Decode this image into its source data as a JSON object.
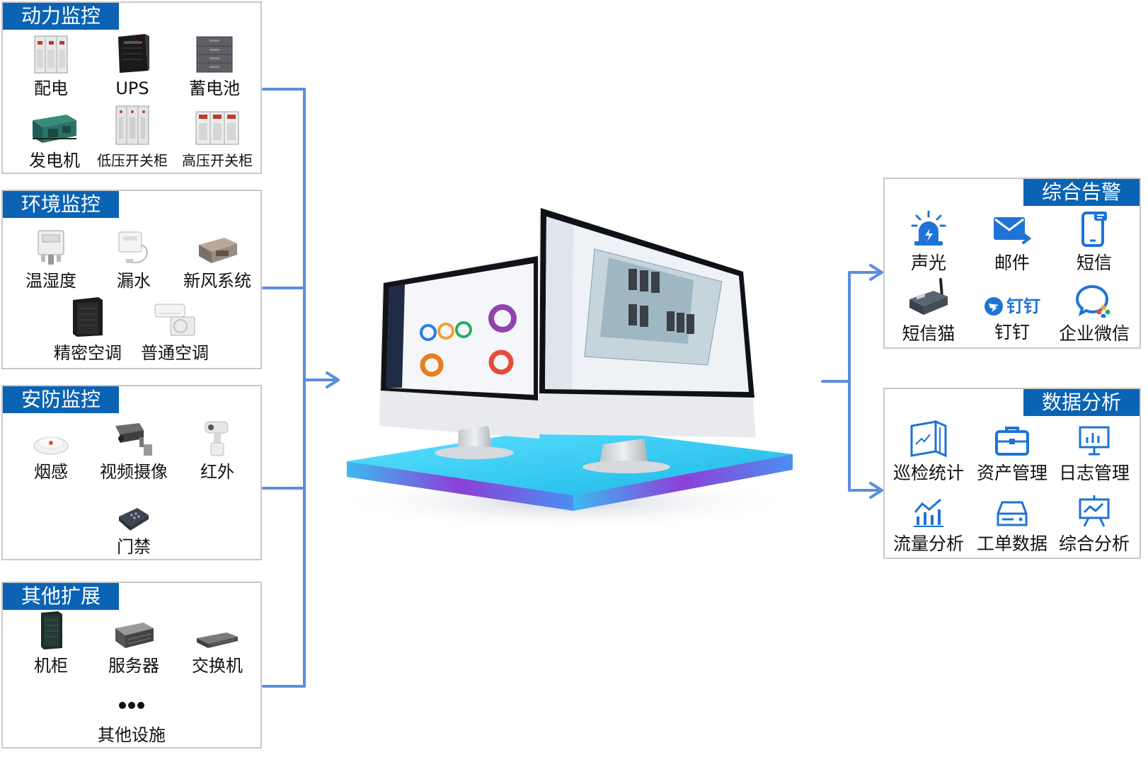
{
  "colors": {
    "title_bg": "#0b63b4",
    "connector": "#5b8fde",
    "panel_border": "#c8c8c8",
    "platform_top": "#37d2f2",
    "platform_side": "#8e3bd8",
    "icon_blue": "#1e73d6"
  },
  "power": {
    "title": "动力监控",
    "items": [
      {
        "label": "配电",
        "icon": "distribution-cabinet-icon"
      },
      {
        "label": "UPS",
        "icon": "ups-tower-icon"
      },
      {
        "label": "蓄电池",
        "icon": "battery-cabinet-icon"
      },
      {
        "label": "发电机",
        "icon": "generator-icon"
      },
      {
        "label": "低压开关柜",
        "icon": "low-voltage-switchgear-icon"
      },
      {
        "label": "高压开关柜",
        "icon": "high-voltage-switchgear-icon"
      }
    ]
  },
  "environment": {
    "title": "环境监控",
    "items": [
      {
        "label": "温湿度",
        "icon": "temperature-humidity-sensor-icon"
      },
      {
        "label": "漏水",
        "icon": "water-leak-sensor-icon"
      },
      {
        "label": "新风系统",
        "icon": "fresh-air-unit-icon"
      },
      {
        "label": "精密空调",
        "icon": "precision-ac-icon"
      },
      {
        "label": "普通空调",
        "icon": "split-ac-icon"
      }
    ]
  },
  "security": {
    "title": "安防监控",
    "items": [
      {
        "label": "烟感",
        "icon": "smoke-detector-icon"
      },
      {
        "label": "视频摄像",
        "icon": "cctv-camera-icon"
      },
      {
        "label": "红外",
        "icon": "infrared-detector-icon"
      },
      {
        "label": "门禁",
        "icon": "access-control-icon"
      }
    ]
  },
  "extension": {
    "title": "其他扩展",
    "items": [
      {
        "label": "机柜",
        "icon": "rack-cabinet-icon"
      },
      {
        "label": "服务器",
        "icon": "server-icon"
      },
      {
        "label": "交换机",
        "icon": "switch-icon"
      },
      {
        "label": "其他设施",
        "icon": "more-dots-icon"
      }
    ]
  },
  "alarm": {
    "title": "综合告警",
    "items": [
      {
        "label": "声光",
        "icon": "siren-icon"
      },
      {
        "label": "邮件",
        "icon": "mail-icon"
      },
      {
        "label": "短信",
        "icon": "phone-sms-icon"
      },
      {
        "label": "短信猫",
        "icon": "sms-modem-icon"
      },
      {
        "label": "钉钉",
        "icon": "dingtalk-icon",
        "logo_text": "钉钉"
      },
      {
        "label": "企业微信",
        "icon": "wecom-icon"
      }
    ]
  },
  "analysis": {
    "title": "数据分析",
    "items": [
      {
        "label": "巡检统计",
        "icon": "inspection-icon"
      },
      {
        "label": "资产管理",
        "icon": "briefcase-icon"
      },
      {
        "label": "日志管理",
        "icon": "log-board-icon"
      },
      {
        "label": "流量分析",
        "icon": "bar-chart-icon"
      },
      {
        "label": "工单数据",
        "icon": "ticket-icon"
      },
      {
        "label": "综合分析",
        "icon": "trend-board-icon"
      }
    ]
  },
  "center": {
    "monitors": [
      "dashboard-monitor",
      "3d-room-monitor"
    ],
    "platform": "glowing-platform"
  }
}
